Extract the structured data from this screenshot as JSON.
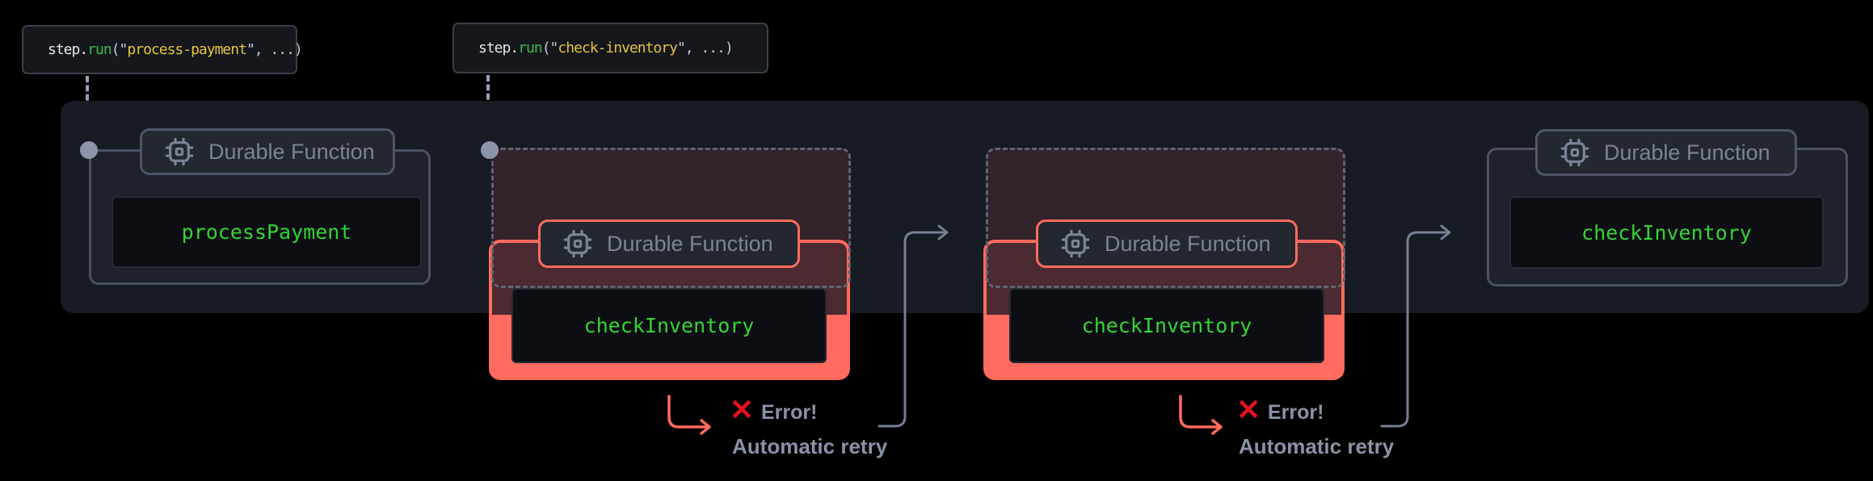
{
  "diagram": {
    "title_semantics": "Durable function with automatic retry flow",
    "code_labels": [
      {
        "pre": "step.",
        "fn": "run",
        "open": "(\"",
        "str": "process-payment",
        "close": "\", ...)"
      },
      {
        "pre": "step.",
        "fn": "run",
        "open": "(\"",
        "str": "check-inventory",
        "close": "\", ...)"
      }
    ],
    "groups": [
      {
        "kind": "success",
        "badge": "Durable Function",
        "function": "processPayment"
      },
      {
        "kind": "retry",
        "badge": "Durable Function",
        "function": "checkInventory"
      },
      {
        "kind": "retry",
        "badge": "Durable Function",
        "function": "checkInventory"
      },
      {
        "kind": "success",
        "badge": "Durable Function",
        "function": "checkInventory"
      }
    ],
    "errors": [
      {
        "mark": "✕",
        "title": "Error!",
        "subtitle": "Automatic retry"
      },
      {
        "mark": "✕",
        "title": "Error!",
        "subtitle": "Automatic retry"
      }
    ],
    "colors": {
      "accent_red": "#ff6b5e",
      "error_red": "#e0131f",
      "success_green": "#35d435",
      "string_yellow": "#e4c33d",
      "function_green": "#3eb94a",
      "muted_text": "#8a92a6",
      "band_bg": "#171b23"
    }
  }
}
